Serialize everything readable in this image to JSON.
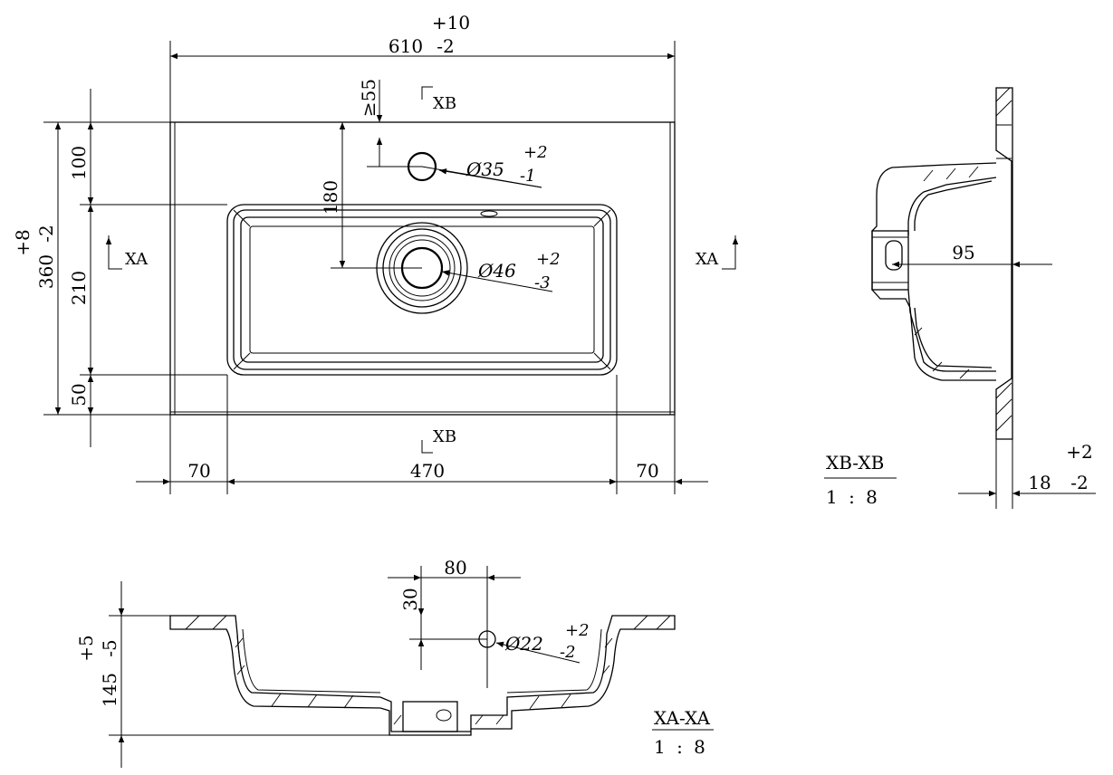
{
  "top_view": {
    "overall_width": {
      "nominal": "610",
      "tol_plus": "+10",
      "tol_minus": "-2"
    },
    "overall_depth": {
      "nominal": "360",
      "tol_plus": "+8",
      "tol_minus": "-2"
    },
    "tap_edge_dist": "≥55",
    "tap_hole": {
      "dia": "Ø35",
      "tol_plus": "+2",
      "tol_minus": "-1"
    },
    "drain_hole": {
      "dia": "Ø46",
      "tol_plus": "+2",
      "tol_minus": "-3"
    },
    "dim_100": "100",
    "dim_210": "210",
    "dim_50": "50",
    "dim_180": "180",
    "dim_left_70": "70",
    "dim_basin_470": "470",
    "dim_right_70": "70",
    "section_xb_top": "XB",
    "section_xb_bottom": "XB",
    "section_xa_left": "XA",
    "section_xa_right": "XA"
  },
  "section_xb": {
    "title": "XB-XB",
    "scale": "1 : 8",
    "dim_95": "95",
    "thickness": {
      "nominal": "18",
      "tol_plus": "+2",
      "tol_minus": "-2"
    }
  },
  "section_xa": {
    "title": "XA-XA",
    "scale": "1 : 8",
    "dim_80": "80",
    "dim_30": "30",
    "height": {
      "nominal": "145",
      "tol_plus": "+5",
      "tol_minus": "-5"
    },
    "overflow_hole": {
      "dia": "Ø22",
      "tol_plus": "+2",
      "tol_minus": "-2"
    }
  }
}
